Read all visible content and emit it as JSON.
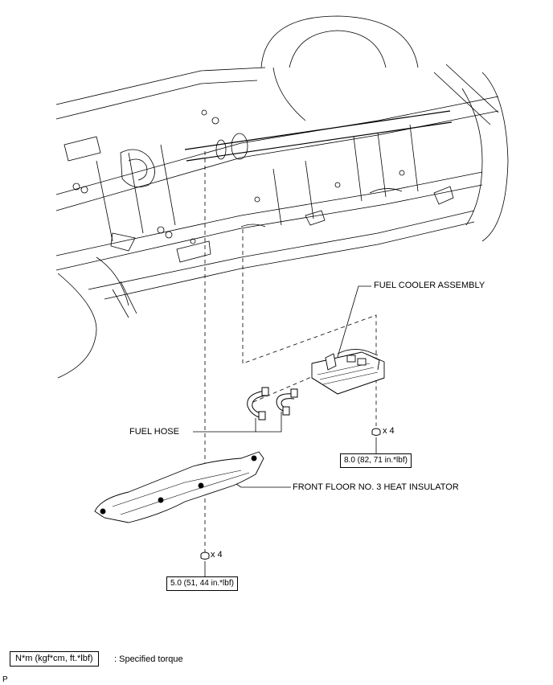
{
  "callouts": {
    "fuel_cooler_assembly": "FUEL COOLER ASSEMBLY",
    "fuel_hose": "FUEL HOSE",
    "front_floor_heat_insulator": "FRONT FLOOR NO. 3 HEAT INSULATOR"
  },
  "fasteners": {
    "cooler_nut_count": "x 4",
    "cooler_torque": "8.0 (82, 71 in.*lbf)",
    "insulator_nut_count": "x 4",
    "insulator_torque": "5.0 (51, 44 in.*lbf)"
  },
  "legend": {
    "torque_unit_box": "N*m (kgf*cm, ft.*lbf)",
    "torque_description": ": Specified torque"
  },
  "corner_mark": "P"
}
